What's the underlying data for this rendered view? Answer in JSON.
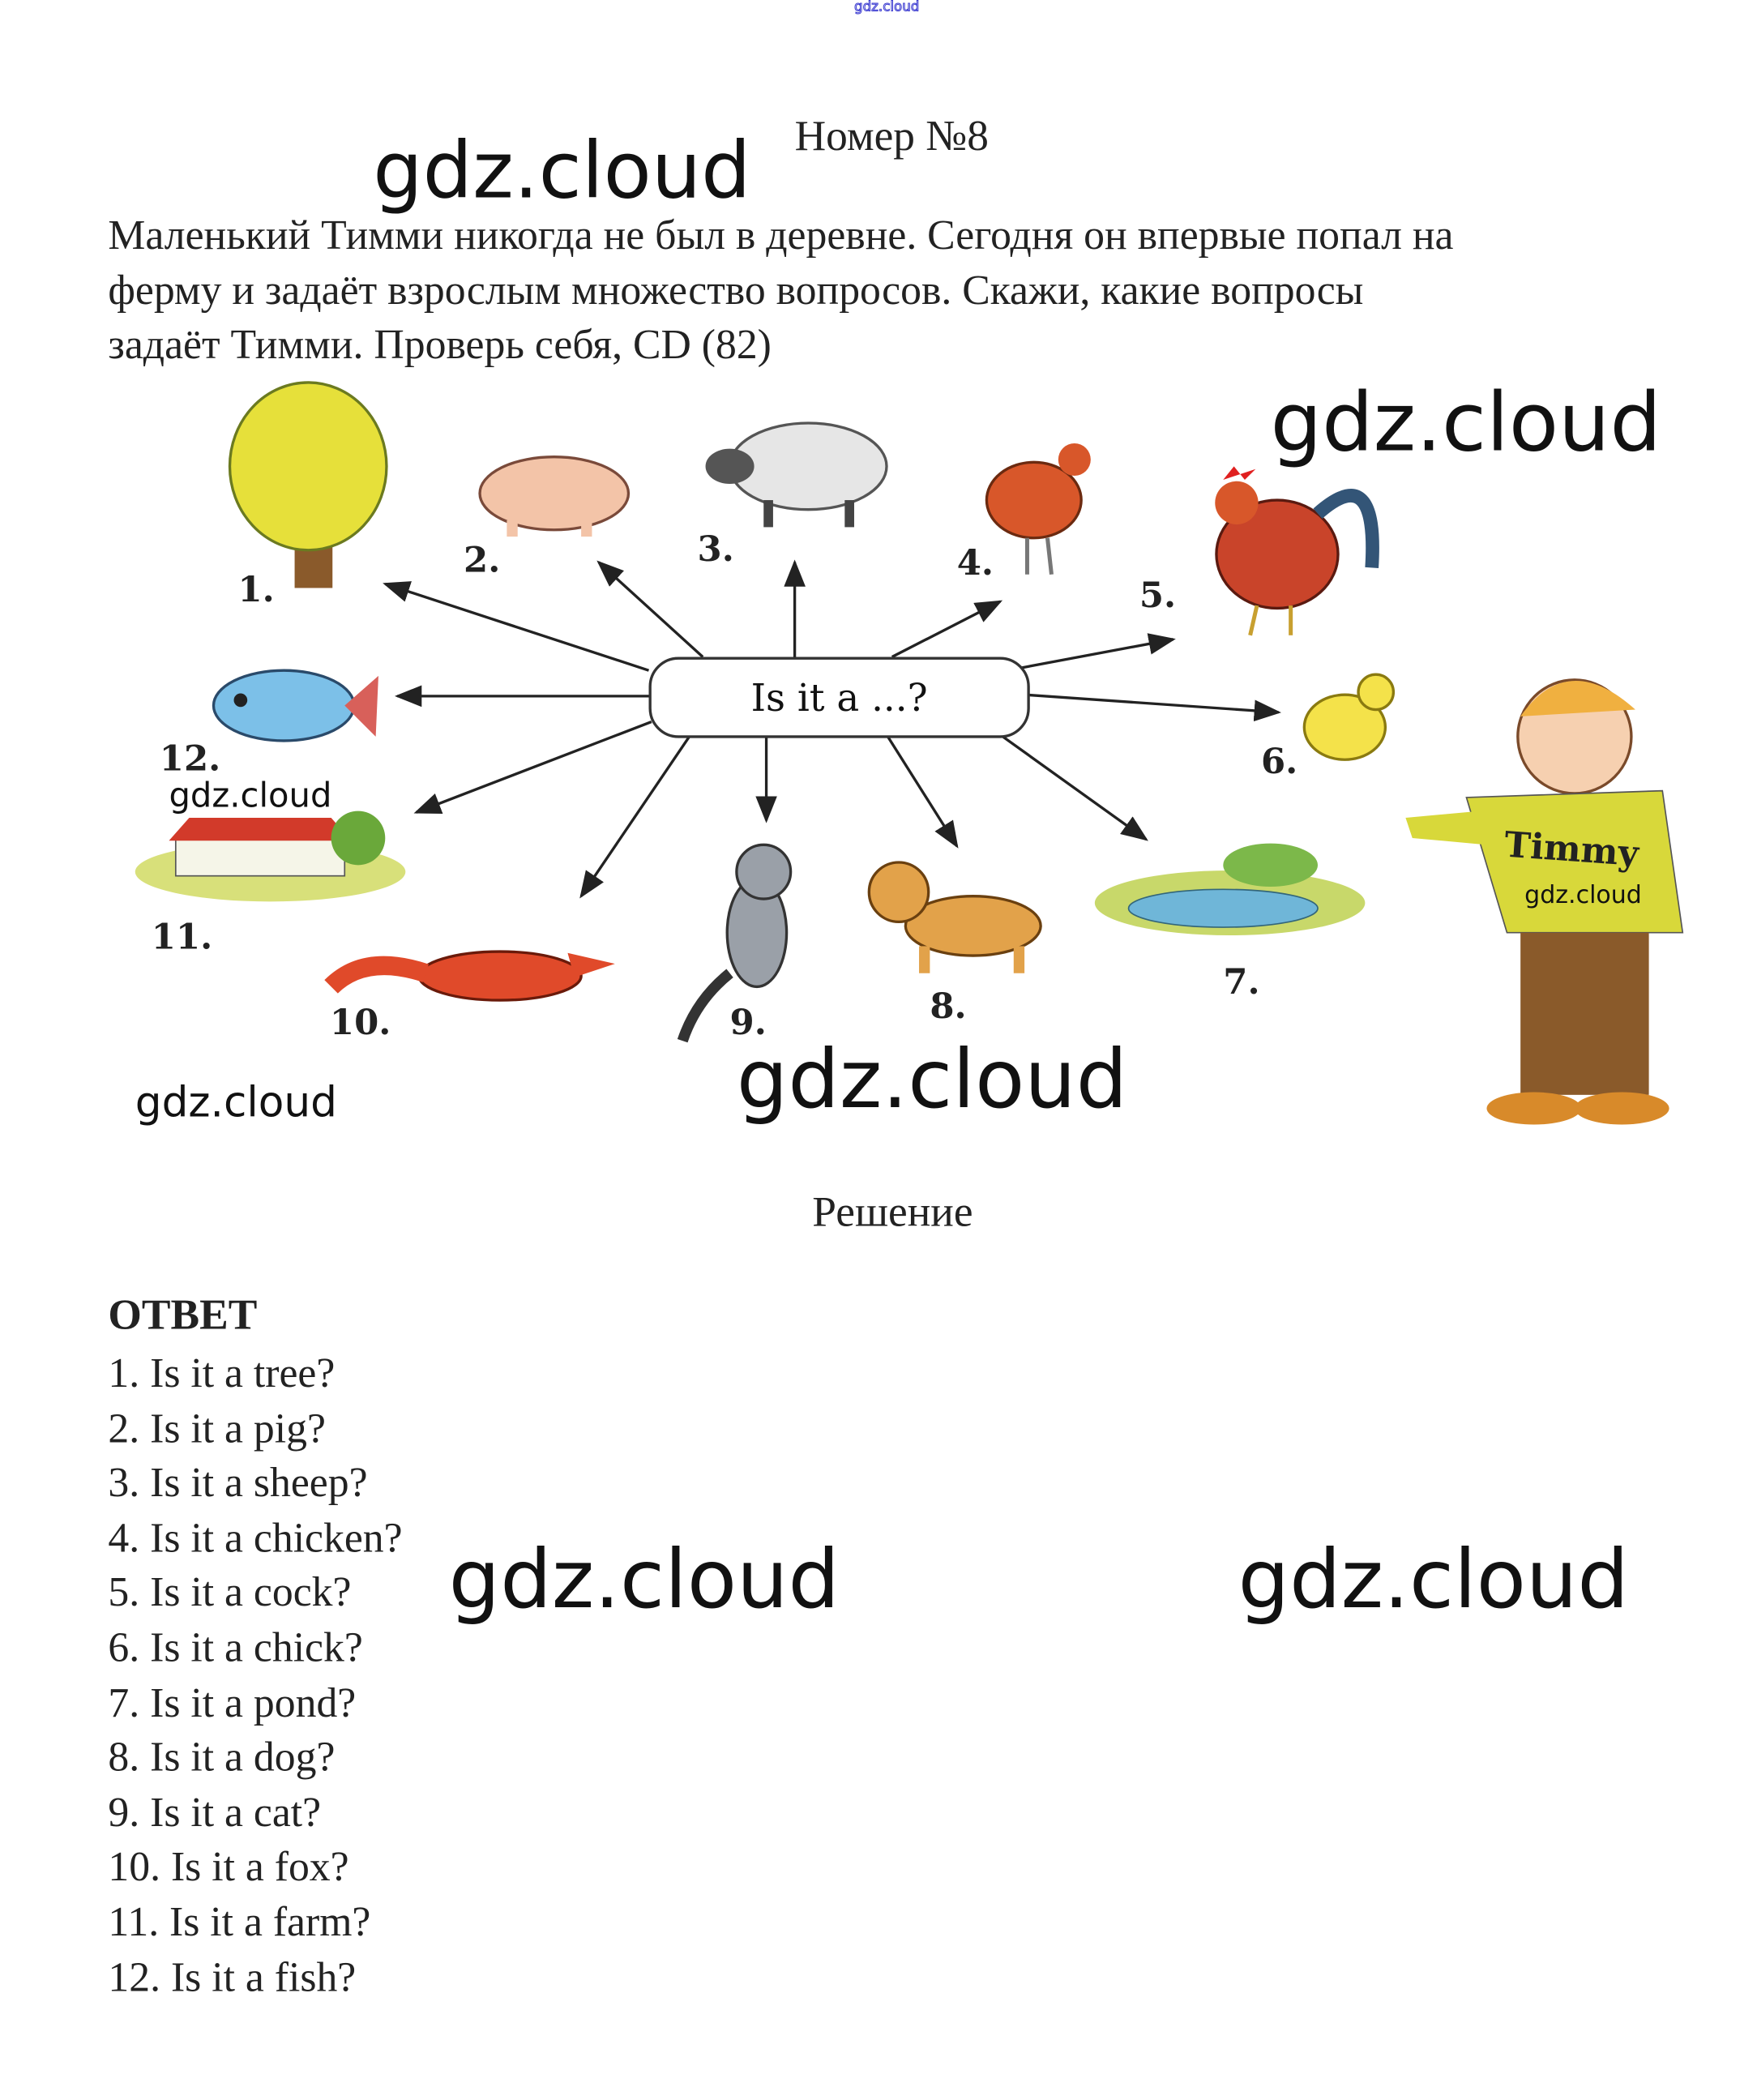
{
  "header": {
    "top_watermark": "gdz.cloud",
    "title": "Номер №8"
  },
  "task": {
    "lines": [
      "Маленький Тимми никогда не был в деревне. Сегодня он впервые попал на",
      "ферму и задаёт взрослым множество вопросов. Скажи, какие вопросы",
      "задаёт Тимми. Проверь себя, CD (82)"
    ]
  },
  "illustration": {
    "bubble": "Is it a ...?",
    "numbers": [
      "1.",
      "2.",
      "3.",
      "4.",
      "5.",
      "6.",
      "7.",
      "8.",
      "9.",
      "10.",
      "11.",
      "12."
    ],
    "sweater_text": "Timmy"
  },
  "solution": {
    "heading": "Решение",
    "answer_label": "ОТВЕТ",
    "answers": [
      "1. Is it a tree?",
      "2. Is it a pig?",
      "3. Is it a sheep?",
      "4. Is it a chicken?",
      "5. Is it a cock?",
      "6. Is it a chick?",
      "7. Is it a pond?",
      "8. Is it a dog?",
      "9. Is it a cat?",
      "10. Is it a fox?",
      "11. Is it a farm?",
      "12. Is it a fish?"
    ]
  },
  "watermark": "gdz.cloud"
}
